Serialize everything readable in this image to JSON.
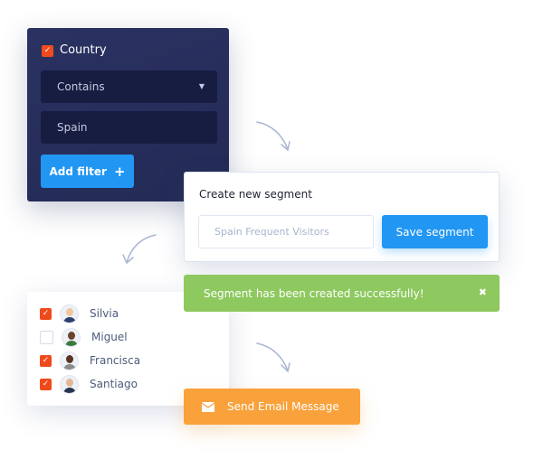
{
  "filter": {
    "field_label": "Country",
    "field_checked": true,
    "operator": "Contains",
    "value": "Spain",
    "add_button": "Add filter",
    "add_icon": "+"
  },
  "segment": {
    "title": "Create new segment",
    "name_value": "Spain Frequent Visitors",
    "save_button": "Save segment"
  },
  "notification": {
    "message": "Segment has been created successfully!",
    "close_icon": "✖",
    "color": "#8ec95f"
  },
  "contacts": [
    {
      "name": "Silvia",
      "checked": true
    },
    {
      "name": "Miguel",
      "checked": false
    },
    {
      "name": "Francisca",
      "checked": true
    },
    {
      "name": "Santiago",
      "checked": true
    }
  ],
  "action": {
    "label": "Send Email Message",
    "icon": "envelope-icon",
    "color": "#f9a23b"
  },
  "colors": {
    "primary": "#2196f3",
    "panel": "#262d5a",
    "checkbox": "#f04a1c"
  }
}
